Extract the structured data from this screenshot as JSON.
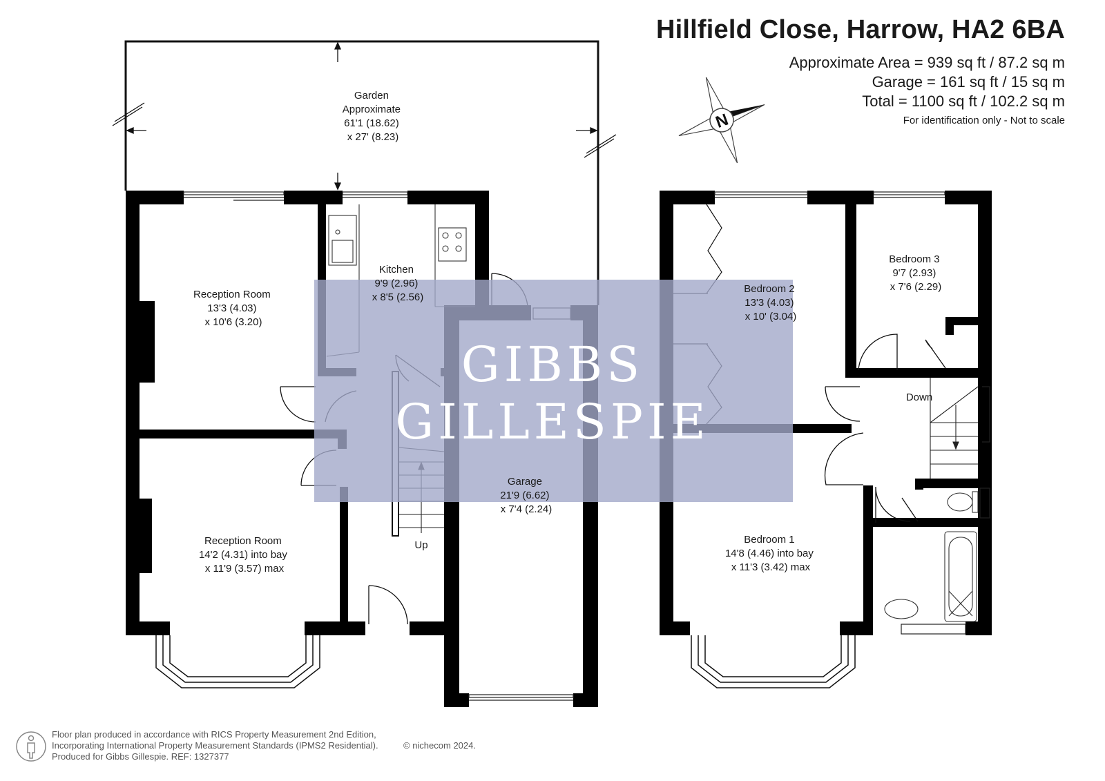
{
  "header": {
    "title": "Hillfield Close, Harrow, HA2 6BA",
    "area_approx": "Approximate Area = 939 sq ft / 87.2 sq m",
    "area_garage": "Garage  = 161 sq ft / 15 sq m",
    "area_total": "Total = 1100 sq ft / 102.2 sq m",
    "note": "For identification only - Not to scale"
  },
  "compass": {
    "letter": "N",
    "icon": "compass-icon"
  },
  "watermark": {
    "line1": "GIBBS",
    "line2": "GILLESPIE",
    "color": "#a3a9c9"
  },
  "rooms": {
    "garden": [
      "Garden",
      "Approximate",
      "61'1 (18.62)",
      "x 27' (8.23)"
    ],
    "kitchen": [
      "Kitchen",
      "9'9 (2.96)",
      "x 8'5 (2.56)"
    ],
    "reception1": [
      "Reception Room",
      "13'3 (4.03)",
      "x 10'6 (3.20)"
    ],
    "reception2": [
      "Reception Room",
      "14'2 (4.31) into bay",
      "x 11'9 (3.57) max"
    ],
    "garage": [
      "Garage",
      "21'9 (6.62)",
      "x 7'4 (2.24)"
    ],
    "bedroom2": [
      "Bedroom 2",
      "13'3 (4.03)",
      "x 10' (3.04)"
    ],
    "bedroom3": [
      "Bedroom 3",
      "9'7 (2.93)",
      "x 7'6 (2.29)"
    ],
    "bedroom1": [
      "Bedroom 1",
      "14'8 (4.46) into bay",
      "x 11'3 (3.42) max"
    ]
  },
  "stairs": {
    "up": "Up",
    "down": "Down"
  },
  "footer": {
    "line1": "Floor plan produced in accordance with RICS Property Measurement 2nd Edition,",
    "line2": "Incorporating International Property Measurement Standards (IPMS2 Residential).",
    "line3": "Produced for Gibbs Gillespie.   REF:  1327377",
    "copyright": "© nichecom 2024."
  },
  "colors": {
    "wall": "#000000",
    "fixture": "#333333"
  }
}
